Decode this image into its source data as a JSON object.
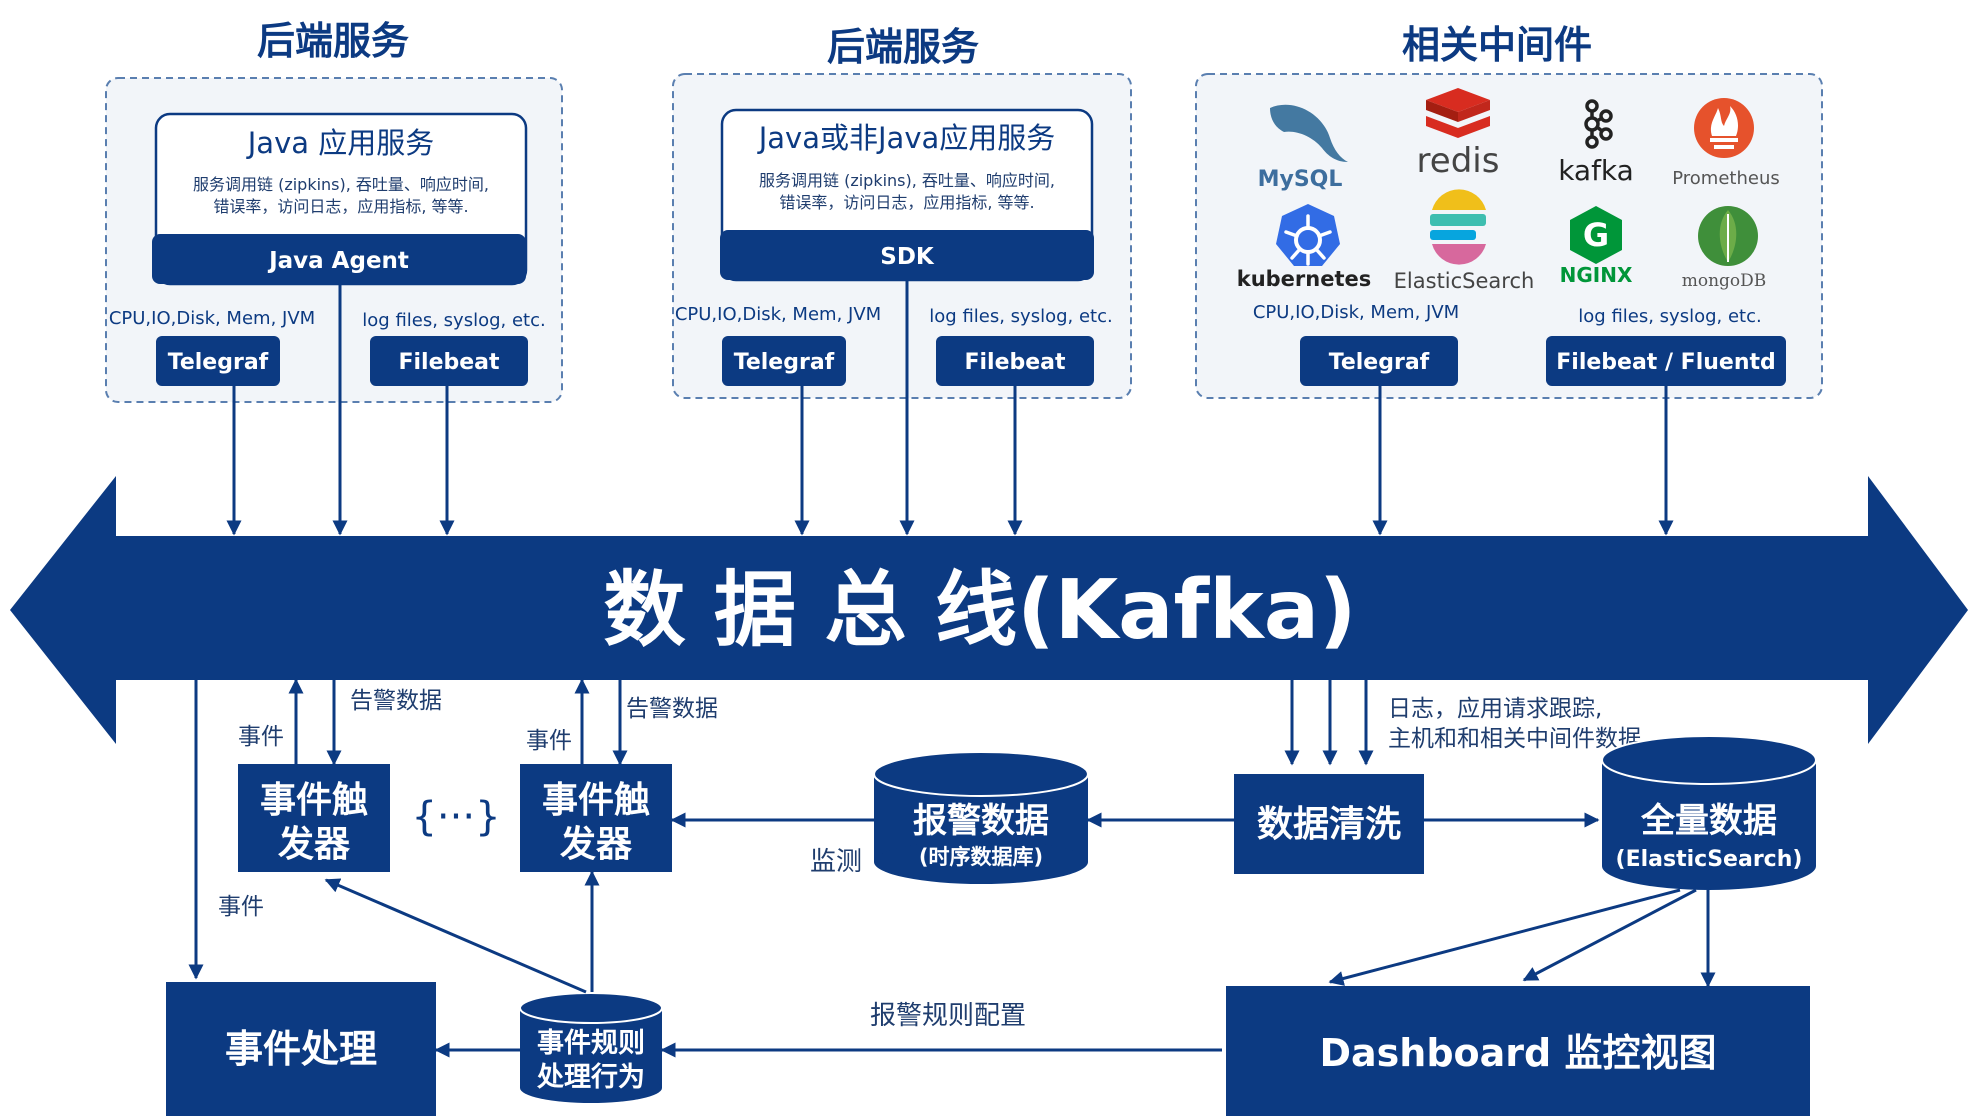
{
  "panels": [
    {
      "title": "后端服务",
      "app_title": "Java 应用服务",
      "app_desc_1": "服务调用链 (zipkins), 吞吐量、响应时间,",
      "app_desc_2": "错误率，访问日志，应用指标, 等等.",
      "agent": "Java Agent",
      "metrics_note": "CPU,IO,Disk, Mem, JVM",
      "logs_note": "log files, syslog, etc.",
      "collector_1": "Telegraf",
      "collector_2": "Filebeat"
    },
    {
      "title": "后端服务",
      "app_title": "Java或非Java应用服务",
      "app_desc_1": "服务调用链 (zipkins), 吞吐量、响应时间,",
      "app_desc_2": "错误率，访问日志，应用指标, 等等.",
      "agent": "SDK",
      "metrics_note": "CPU,IO,Disk, Mem, JVM",
      "logs_note": "log files, syslog, etc.",
      "collector_1": "Telegraf",
      "collector_2": "Filebeat"
    },
    {
      "title": "相关中间件",
      "logos": [
        {
          "name": "mysql-logo",
          "text": "MySQL"
        },
        {
          "name": "redis-logo",
          "text": "redis"
        },
        {
          "name": "kafka-logo",
          "text": "kafka"
        },
        {
          "name": "prometheus-logo",
          "text": "Prometheus"
        },
        {
          "name": "kubernetes-logo",
          "text": "kubernetes"
        },
        {
          "name": "elasticsearch-logo",
          "text": "ElasticSearch"
        },
        {
          "name": "nginx-logo",
          "text": "NGINX"
        },
        {
          "name": "mongodb-logo",
          "text": "mongoDB"
        }
      ],
      "metrics_note": "CPU,IO,Disk, Mem, JVM",
      "logs_note": "log files, syslog, etc.",
      "collector_1": "Telegraf",
      "collector_2": "Filebeat / Fluentd"
    }
  ],
  "bus": {
    "label": "数 据 总 线(Kafka)"
  },
  "flow": {
    "event": "事件",
    "alert_data": "告警数据",
    "trigger": [
      "事件触",
      "发器"
    ],
    "ellipsis": "{···}",
    "monitor": "监测",
    "alarm_db_title": "报警数据",
    "alarm_db_sub": "(时序数据库)",
    "cleaning": "数据清洗",
    "logs_note_1": "日志，应用请求跟踪,",
    "logs_note_2": "主机和和相关中间件数据",
    "full_db_title": "全量数据",
    "full_db_sub": "(ElasticSearch)",
    "event_handling": "事件处理",
    "rules_db": [
      "事件规则",
      "处理行为"
    ],
    "alert_rule_config": "报警规则配置",
    "dashboard": "Dashboard 监控视图"
  },
  "colors": {
    "navy": "#0c3a82",
    "dash": "#5a7fb0",
    "panel_bg": "#f2f5f9",
    "text": "#1f3d6e"
  }
}
